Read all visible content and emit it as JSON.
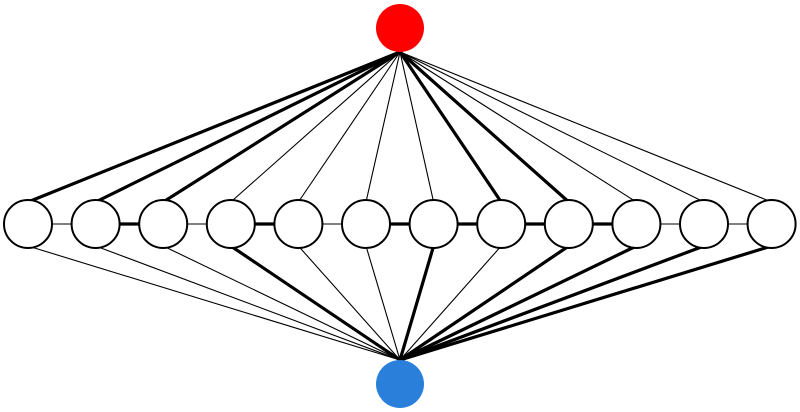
{
  "colors": {
    "top_node": "#ff0000",
    "bottom_node": "#2a7fdb",
    "middle_node_fill": "#ffffff",
    "stroke": "#000000",
    "background": "#ffffff"
  },
  "graph": {
    "middle_node_count": 12,
    "top_edge_weights": [
      "bold",
      "bold",
      "bold",
      "thin",
      "thin",
      "thin",
      "thin",
      "bold",
      "bold",
      "thin",
      "thin",
      "thin"
    ],
    "bottom_edge_weights": [
      "thin",
      "thin",
      "thin",
      "bold",
      "thin",
      "thin",
      "bold",
      "thin",
      "bold",
      "bold",
      "bold",
      "bold"
    ],
    "chain_edge_weights": [
      "thin",
      "bold",
      "thin",
      "bold",
      "thin",
      "bold",
      "bold",
      "bold",
      "bold",
      "thin",
      "thin"
    ]
  }
}
